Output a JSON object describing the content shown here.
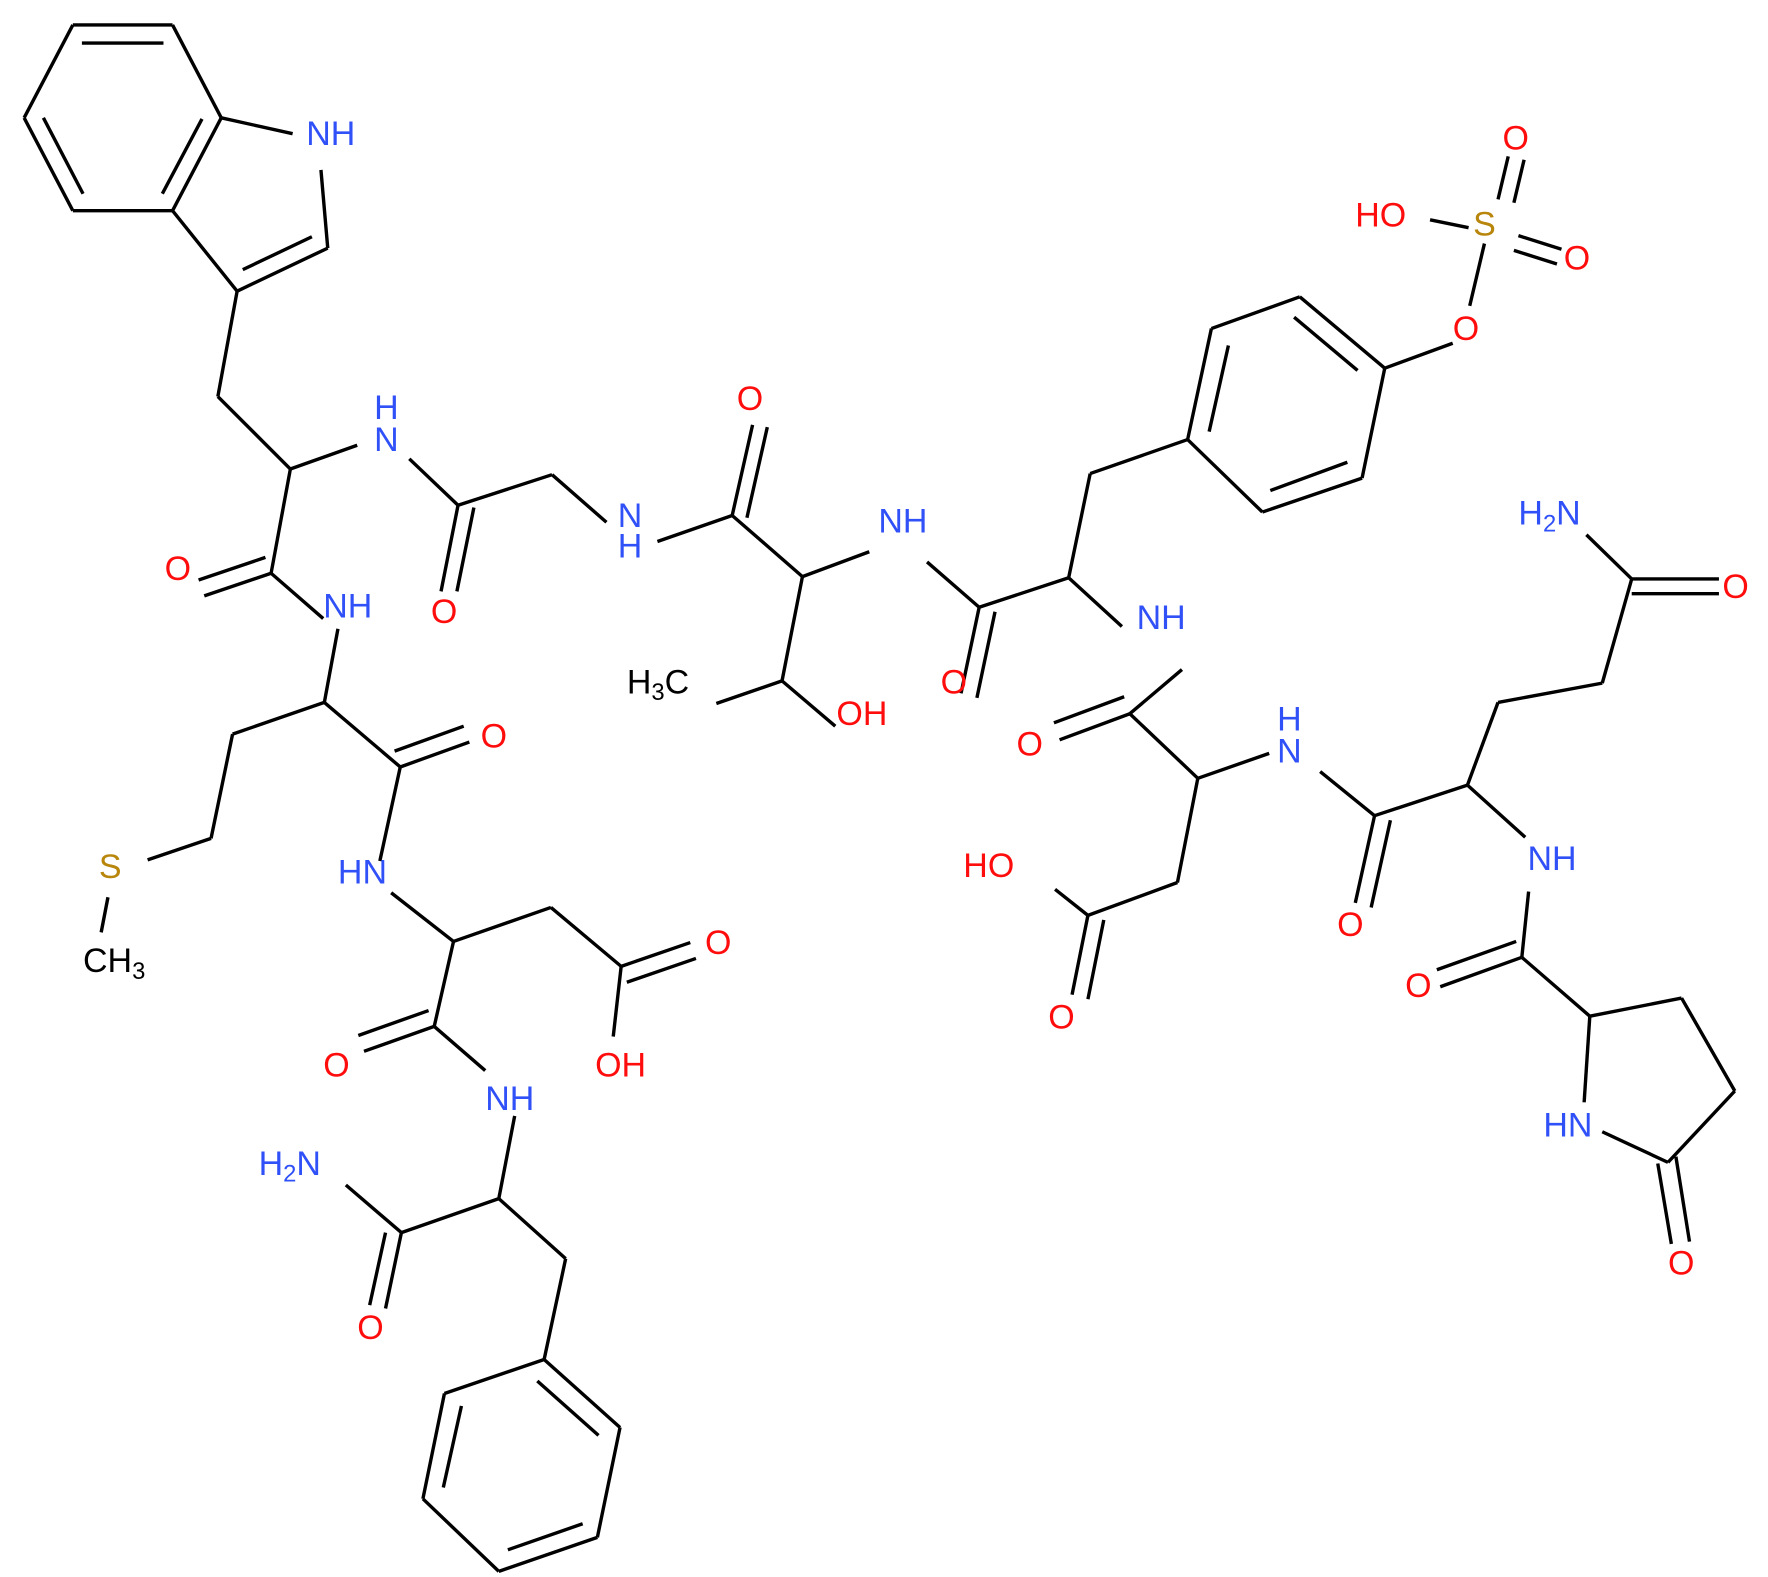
{
  "diagram": {
    "type": "chemical-structure",
    "molecule": "sulfated cholecystokinin octapeptide amide (pGlu-Gln-Asp-Tyr(SO3H)-Thr-Gly-Trp-Met-Asp-Phe-NH2)",
    "colors": {
      "bond": "#000000",
      "nitrogen": "#3050F8",
      "oxygen": "#FF0D0D",
      "sulfur": "#B8860B",
      "carbon": "#000000"
    },
    "labels": {
      "indole_nh": "NH",
      "trp_nh": "N",
      "trp_nh_h": "H",
      "trp_co_o": "O",
      "gly_co_o": "O",
      "gly_nh": "N",
      "gly_nh_h": "H",
      "thr_co_o": "O",
      "thr_nh": "NH",
      "thr_ch3": "H",
      "thr_ch3_sub": "3",
      "thr_ch3_c": "C",
      "thr_oh": "OH",
      "tyr_co_o": "O",
      "tyr_nh": "NH",
      "sulfate_ho": "HO",
      "sulfate_s": "S",
      "sulfate_o1": "O",
      "sulfate_o2": "O",
      "sulfate_o_link": "O",
      "met_nh": "NH",
      "met_co_o": "O",
      "met_s": "S",
      "met_ch3": "CH",
      "met_ch3_sub": "3",
      "asp1_nh": "HN",
      "asp1_co_o": "O",
      "asp1_acid_o": "O",
      "asp1_acid_oh": "OH",
      "phe_nh": "NH",
      "phe_nh2": "H",
      "phe_nh2_sub": "2",
      "phe_nh2_n": "N",
      "phe_co_o": "O",
      "asp2_co_o": "O",
      "asp2_nh": "N",
      "asp2_nh_h": "H",
      "asp2_acid_ho": "HO",
      "asp2_acid_o": "O",
      "gln_co_o": "O",
      "gln_nh": "NH",
      "gln_amide_h": "H",
      "gln_amide_sub": "2",
      "gln_amide_n": "N",
      "gln_amide_o": "O",
      "pglu_co_o": "O",
      "pglu_hn": "HN",
      "pglu_ring_o": "O"
    }
  }
}
